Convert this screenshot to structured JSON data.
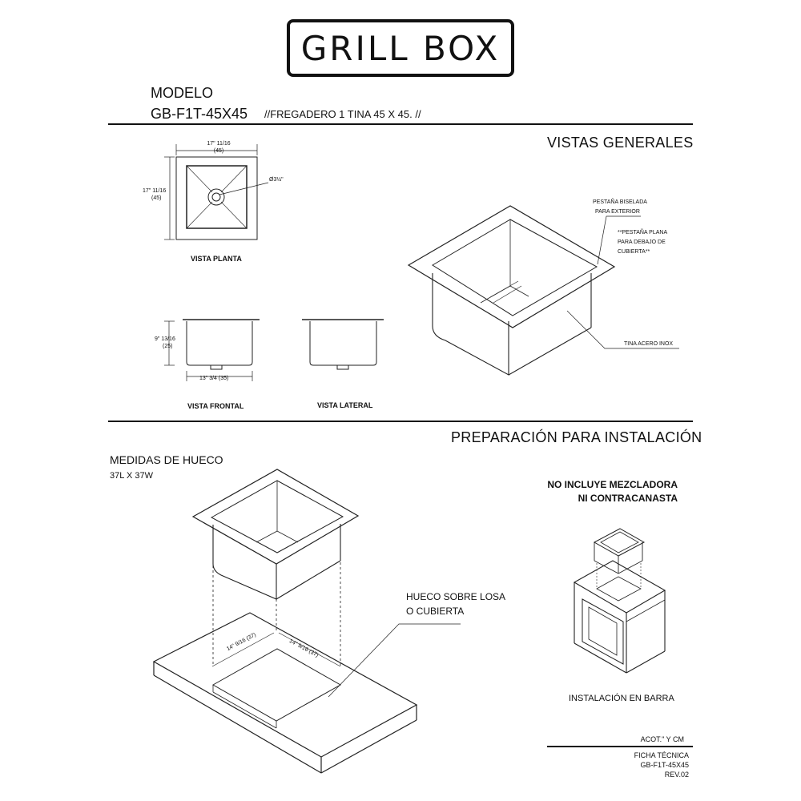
{
  "brand": {
    "logo": "GRILL BOX"
  },
  "model": {
    "label": "MODELO",
    "code": "GB-F1T-45X45",
    "description": "//FREGADERO 1 TINA 45 X 45. //"
  },
  "sections": {
    "general": "VISTAS GENERALES",
    "installation": "PREPARACIÓN PARA INSTALACIÓN"
  },
  "top_view": {
    "width_label": "17\" 11/16",
    "width_cm": "(45)",
    "height_label": "17\" 11/16",
    "height_cm": "(45)",
    "drain_label": "Ø3½\"",
    "caption": "VISTA PLANTA"
  },
  "front_view": {
    "height_label": "9\" 13/16",
    "height_cm": "(25)",
    "width_label": "13\" 3/4 (35)",
    "caption": "VISTA FRONTAL"
  },
  "side_view": {
    "caption": "VISTA LATERAL"
  },
  "iso_notes": {
    "flange_beveled_1": "PESTAÑA BISELADA",
    "flange_beveled_2": "PARA EXTERIOR",
    "flange_flat_1": "**PESTAÑA PLANA",
    "flange_flat_2": "PARA DEBAJO DE",
    "flange_flat_3": "CUBIERTA**",
    "tub": "TINA  ACERO INOX"
  },
  "cutout": {
    "title": "MEDIDAS DE HUECO",
    "size": "37L X 37W",
    "dim_left": "14\" 9/16 (37)",
    "dim_right": "14\" 9/16 (37)",
    "note_1": "HUECO SOBRE LOSA",
    "note_2": "O CUBIERTA"
  },
  "notice": {
    "line_1": "NO INCLUYE MEZCLADORA",
    "line_2": "NI CONTRACANASTA"
  },
  "bar_install": {
    "caption": "INSTALACIÓN EN BARRA"
  },
  "footer": {
    "units": "ACOT.\" Y CM",
    "sheet": "FICHA TÉCNICA",
    "code": "GB-F1T-45X45",
    "rev": "REV.02"
  }
}
